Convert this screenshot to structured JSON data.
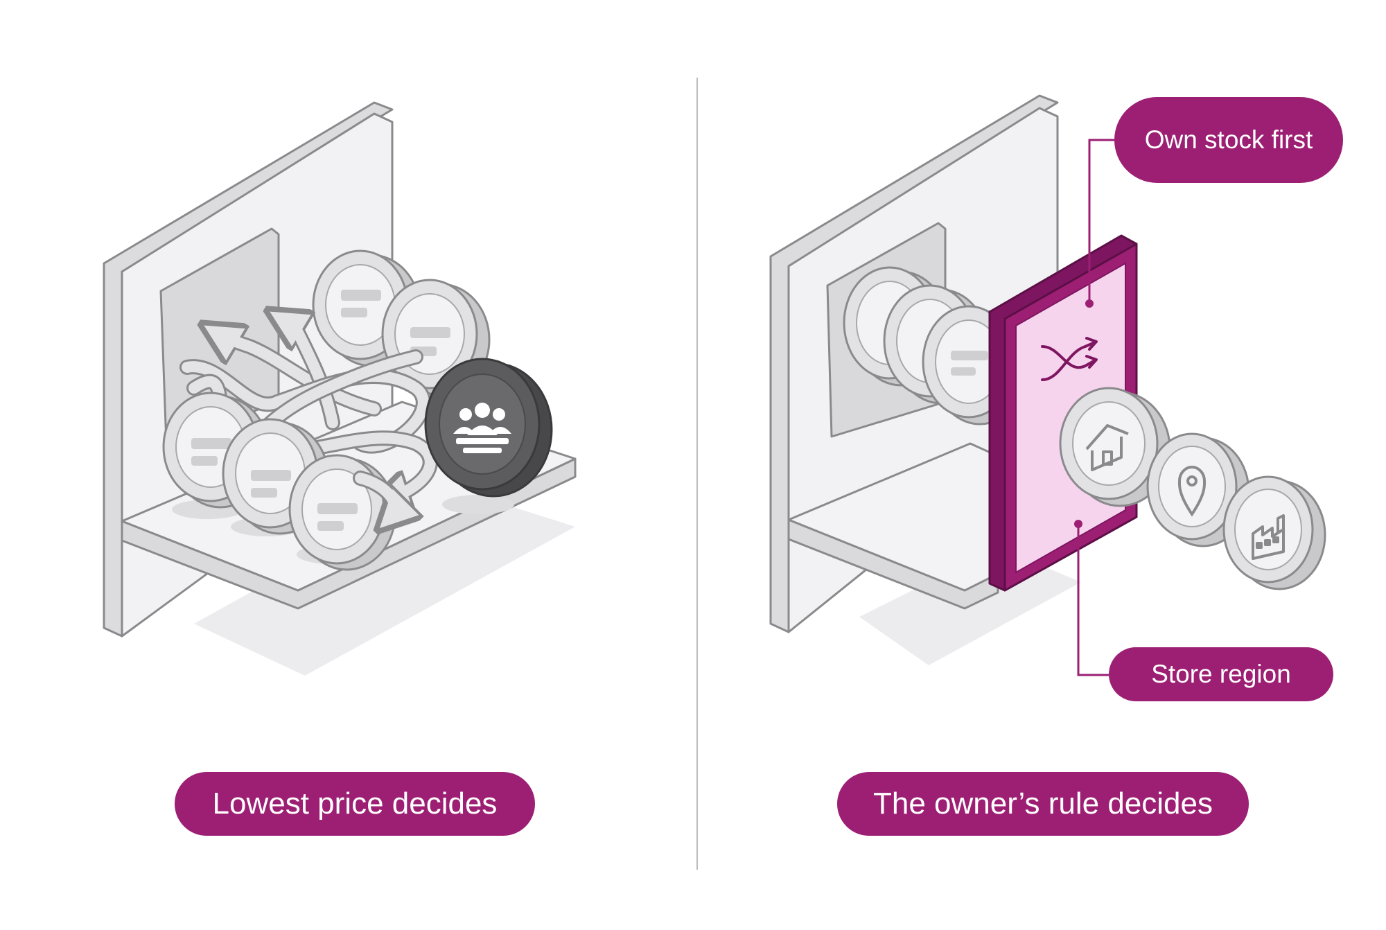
{
  "colors": {
    "accent": "#9c1f74",
    "accent_light": "#f7d4ee",
    "panel": "#ececee",
    "panel_light": "#f4f4f6",
    "coin_dark": "#5c5c5e",
    "outline": "#8a8a8c"
  },
  "left": {
    "caption": "Lowest price decides",
    "icons": [
      "users-icon"
    ]
  },
  "right": {
    "caption": "The owner’s rule decides",
    "callouts": {
      "own_stock": "Own stock first",
      "store_region": "Store region"
    },
    "icons": [
      "shuffle-icon",
      "home-icon",
      "location-pin-icon",
      "factory-icon"
    ]
  }
}
